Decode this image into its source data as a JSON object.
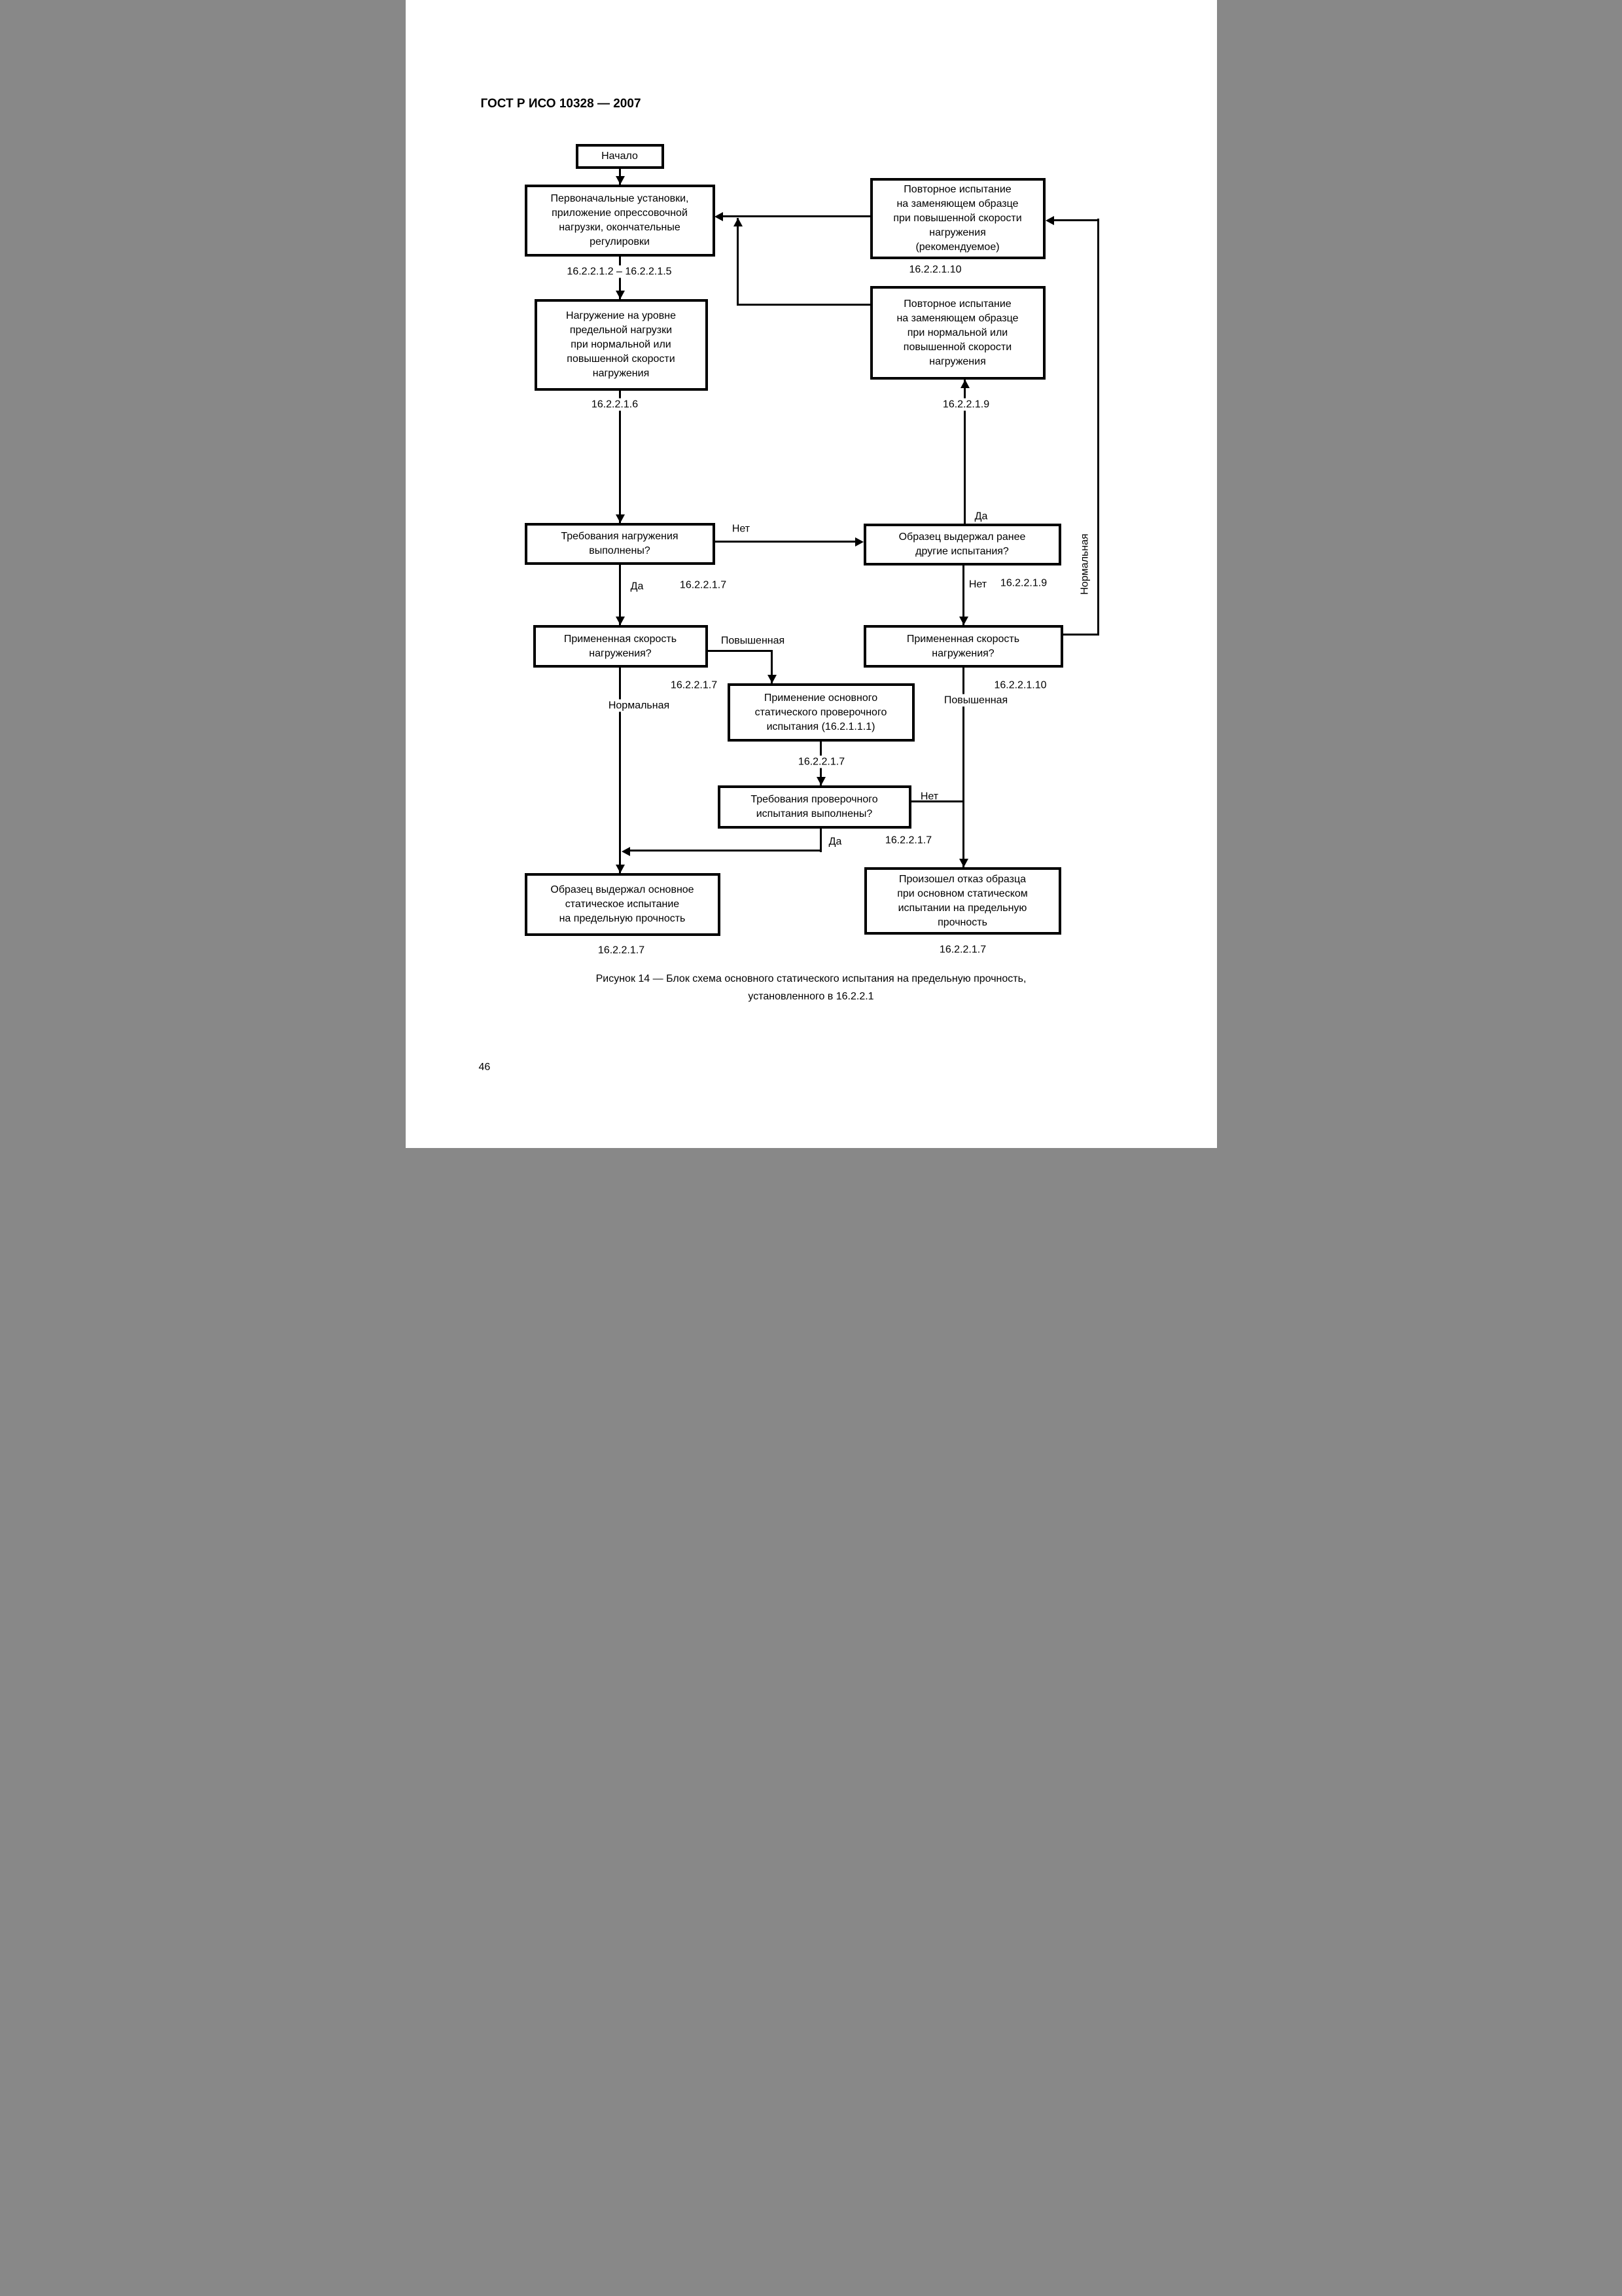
{
  "page": {
    "header": "ГОСТ Р ИСО 10328 — 2007",
    "page_number": "46",
    "caption_line1": "Рисунок 14 — Блок схема основного статического испытания на предельную прочность,",
    "caption_line2": "установленного в 16.2.2.1"
  },
  "colors": {
    "ink": "#000000",
    "paper": "#ffffff"
  },
  "nodes": {
    "start": {
      "label": "Начало"
    },
    "initial_settings": {
      "lines": [
        "Первоначальные установки,",
        "приложение опрессовочной",
        "нагрузки, окончательные",
        "регулировки"
      ]
    },
    "ultimate_loading": {
      "lines": [
        "Нагружение на уровне",
        "предельной нагрузки",
        "при нормальной или",
        "повышенной скорости",
        "нагружения"
      ]
    },
    "loading_requirements_met": {
      "lines": [
        "Требования нагружения",
        "выполнены?"
      ]
    },
    "applied_rate_left": {
      "lines": [
        "Примененная скорость",
        "нагружения?"
      ]
    },
    "passed_main_static": {
      "lines": [
        "Образец выдержал основное",
        "статическое испытание",
        "на предельную прочность"
      ]
    },
    "apply_proof_test": {
      "lines": [
        "Применение основного",
        "статического проверочного",
        "испытания (16.2.1.1.1)"
      ]
    },
    "proof_requirements_met": {
      "lines": [
        "Требования проверочного",
        "испытания выполнены?"
      ]
    },
    "retest_elevated": {
      "lines": [
        "Повторное испытание",
        "на заменяющем образце",
        "при повышенной скорости",
        "нагружения",
        "(рекомендуемое)"
      ]
    },
    "retest_normal_or_elevated": {
      "lines": [
        "Повторное испытание",
        "на заменяющем образце",
        "при нормальной или",
        "повышенной скорости",
        "нагружения"
      ]
    },
    "passed_other_tests": {
      "lines": [
        "Образец выдержал ранее",
        "другие испытания?"
      ]
    },
    "applied_rate_right": {
      "lines": [
        "Примененная скорость",
        "нагружения?"
      ]
    },
    "failed_main_static": {
      "lines": [
        "Произошел отказ образца",
        "при основном статическом",
        "испытании на предельную",
        "прочность"
      ]
    }
  },
  "edge_labels": {
    "ref_initial": "16.2.2.1.2 – 16.2.2.1.5",
    "ref_loading": "16.2.2.1.6",
    "ref_retest_elevated": "16.2.2.1.10",
    "ref_retest_normal": "16.2.2.1.9",
    "no_1": "Нет",
    "yes_1": "Да",
    "ref_17_a": "16.2.2.1.7",
    "yes_2": "Да",
    "no_2": "Нет",
    "ref_19_b": "16.2.2.1.9",
    "normal_vertical": "Нормальная",
    "elevated_1": "Повышенная",
    "ref_17_b": "16.2.2.1.7",
    "normal_1": "Нормальная",
    "ref_110_b": "16.2.2.1.10",
    "elevated_2": "Повышенная",
    "ref_17_c": "16.2.2.1.7",
    "no_3": "Нет",
    "yes_3": "Да",
    "ref_17_d": "16.2.2.1.7",
    "ref_17_e": "16.2.2.1.7",
    "ref_17_f": "16.2.2.1.7"
  }
}
